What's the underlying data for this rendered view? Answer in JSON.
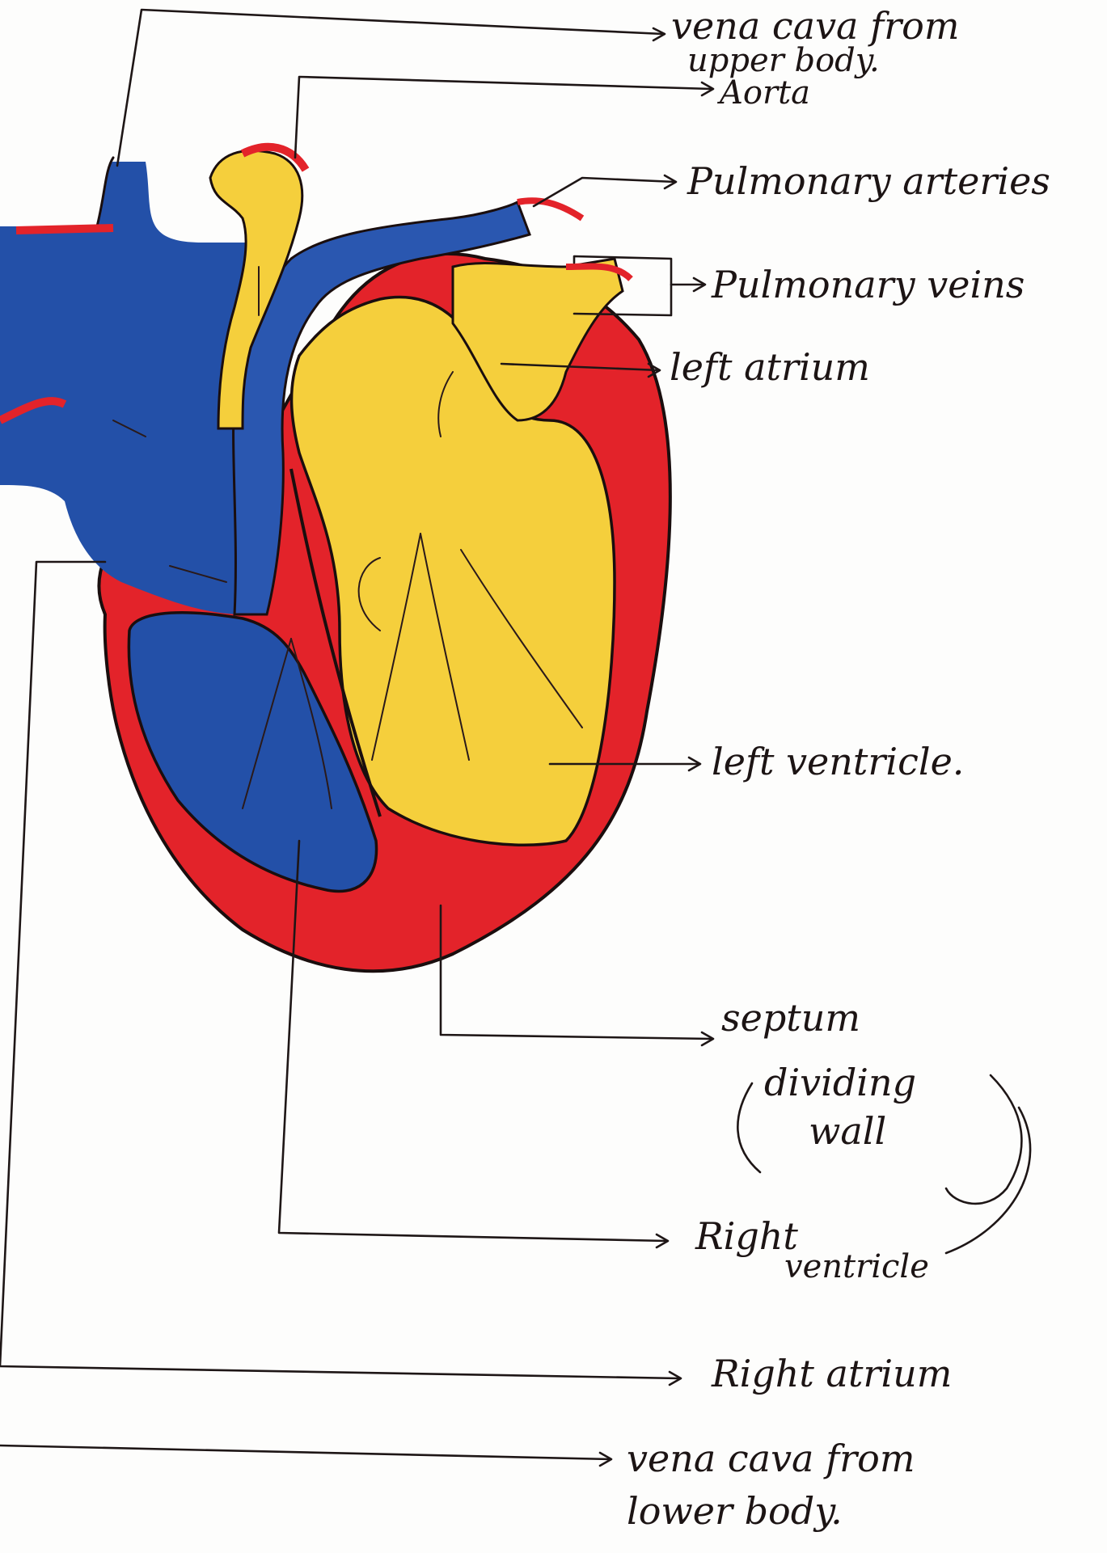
{
  "labels": {
    "vena_cava_upper": [
      "vena cava from",
      "upper body."
    ],
    "aorta": "Aorta",
    "pulmonary_arteries": "Pulmonary arteries",
    "pulmonary_veins": "Pulmonary veins",
    "left_atrium": "left atrium",
    "left_ventricle": "left ventricle.",
    "septum": [
      "septum",
      "dividing",
      "wall"
    ],
    "right_ventricle": [
      "Right",
      "ventricle"
    ],
    "right_atrium": "Right atrium",
    "vena_cava_lower": [
      "vena cava from",
      "lower body."
    ]
  },
  "colors": {
    "oxygenated": "#f5cf3c",
    "deoxygenated": "#2350a8",
    "muscle": "#e3232a",
    "ink": "#1a0e0e"
  }
}
